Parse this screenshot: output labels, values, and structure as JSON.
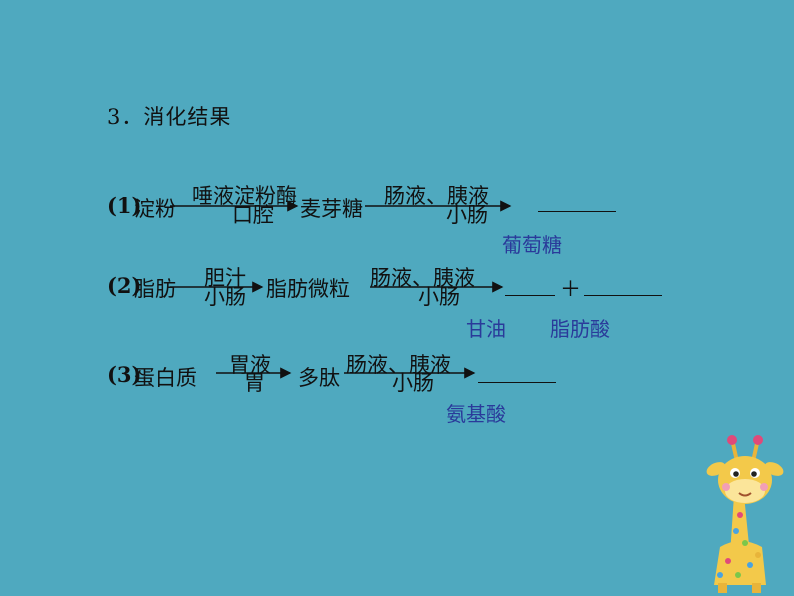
{
  "heading": "3．消化结果",
  "answer_color": "#2a3a9a",
  "background": "#4fa9bf",
  "rows": [
    {
      "label": "(1)",
      "start": "淀粉",
      "enzyme1": "唾液淀粉酶",
      "site1": "口腔",
      "middle": "麦芽糖",
      "enzyme2": "肠液、胰液",
      "site2": "小肠",
      "answers": [
        "葡萄糖"
      ]
    },
    {
      "label": "(2)",
      "start": "脂肪",
      "enzyme1": "胆汁",
      "site1": "小肠",
      "middle": "脂肪微粒",
      "enzyme2": "肠液、胰液",
      "site2": "小肠",
      "plus": "＋",
      "answers": [
        "甘油",
        "脂肪酸"
      ]
    },
    {
      "label": "(3)",
      "start": "蛋白质",
      "enzyme1": "胃液",
      "site1": "胃",
      "middle": "多肽",
      "enzyme2": "肠液、胰液",
      "site2": "小肠",
      "answers": [
        "氨基酸"
      ]
    }
  ],
  "decoration": "giraffe-icon"
}
